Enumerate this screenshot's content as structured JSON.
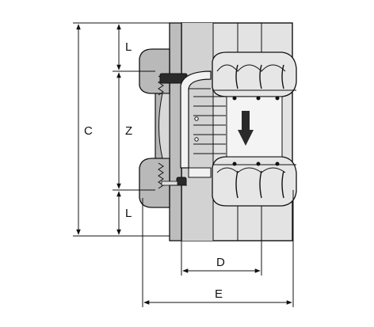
{
  "diagram": {
    "labels": {
      "L_top": "L",
      "Z": "Z",
      "L_bottom": "L",
      "C": "C",
      "D": "D",
      "E": "E"
    },
    "flow_direction": "down",
    "colors": {
      "line": "#111111",
      "body_gray": "#b9b9b9",
      "light_gray": "#e3e3e3",
      "mid_gray": "#cfcfcf",
      "dark": "#2a2a2a",
      "background": "#ffffff"
    }
  }
}
